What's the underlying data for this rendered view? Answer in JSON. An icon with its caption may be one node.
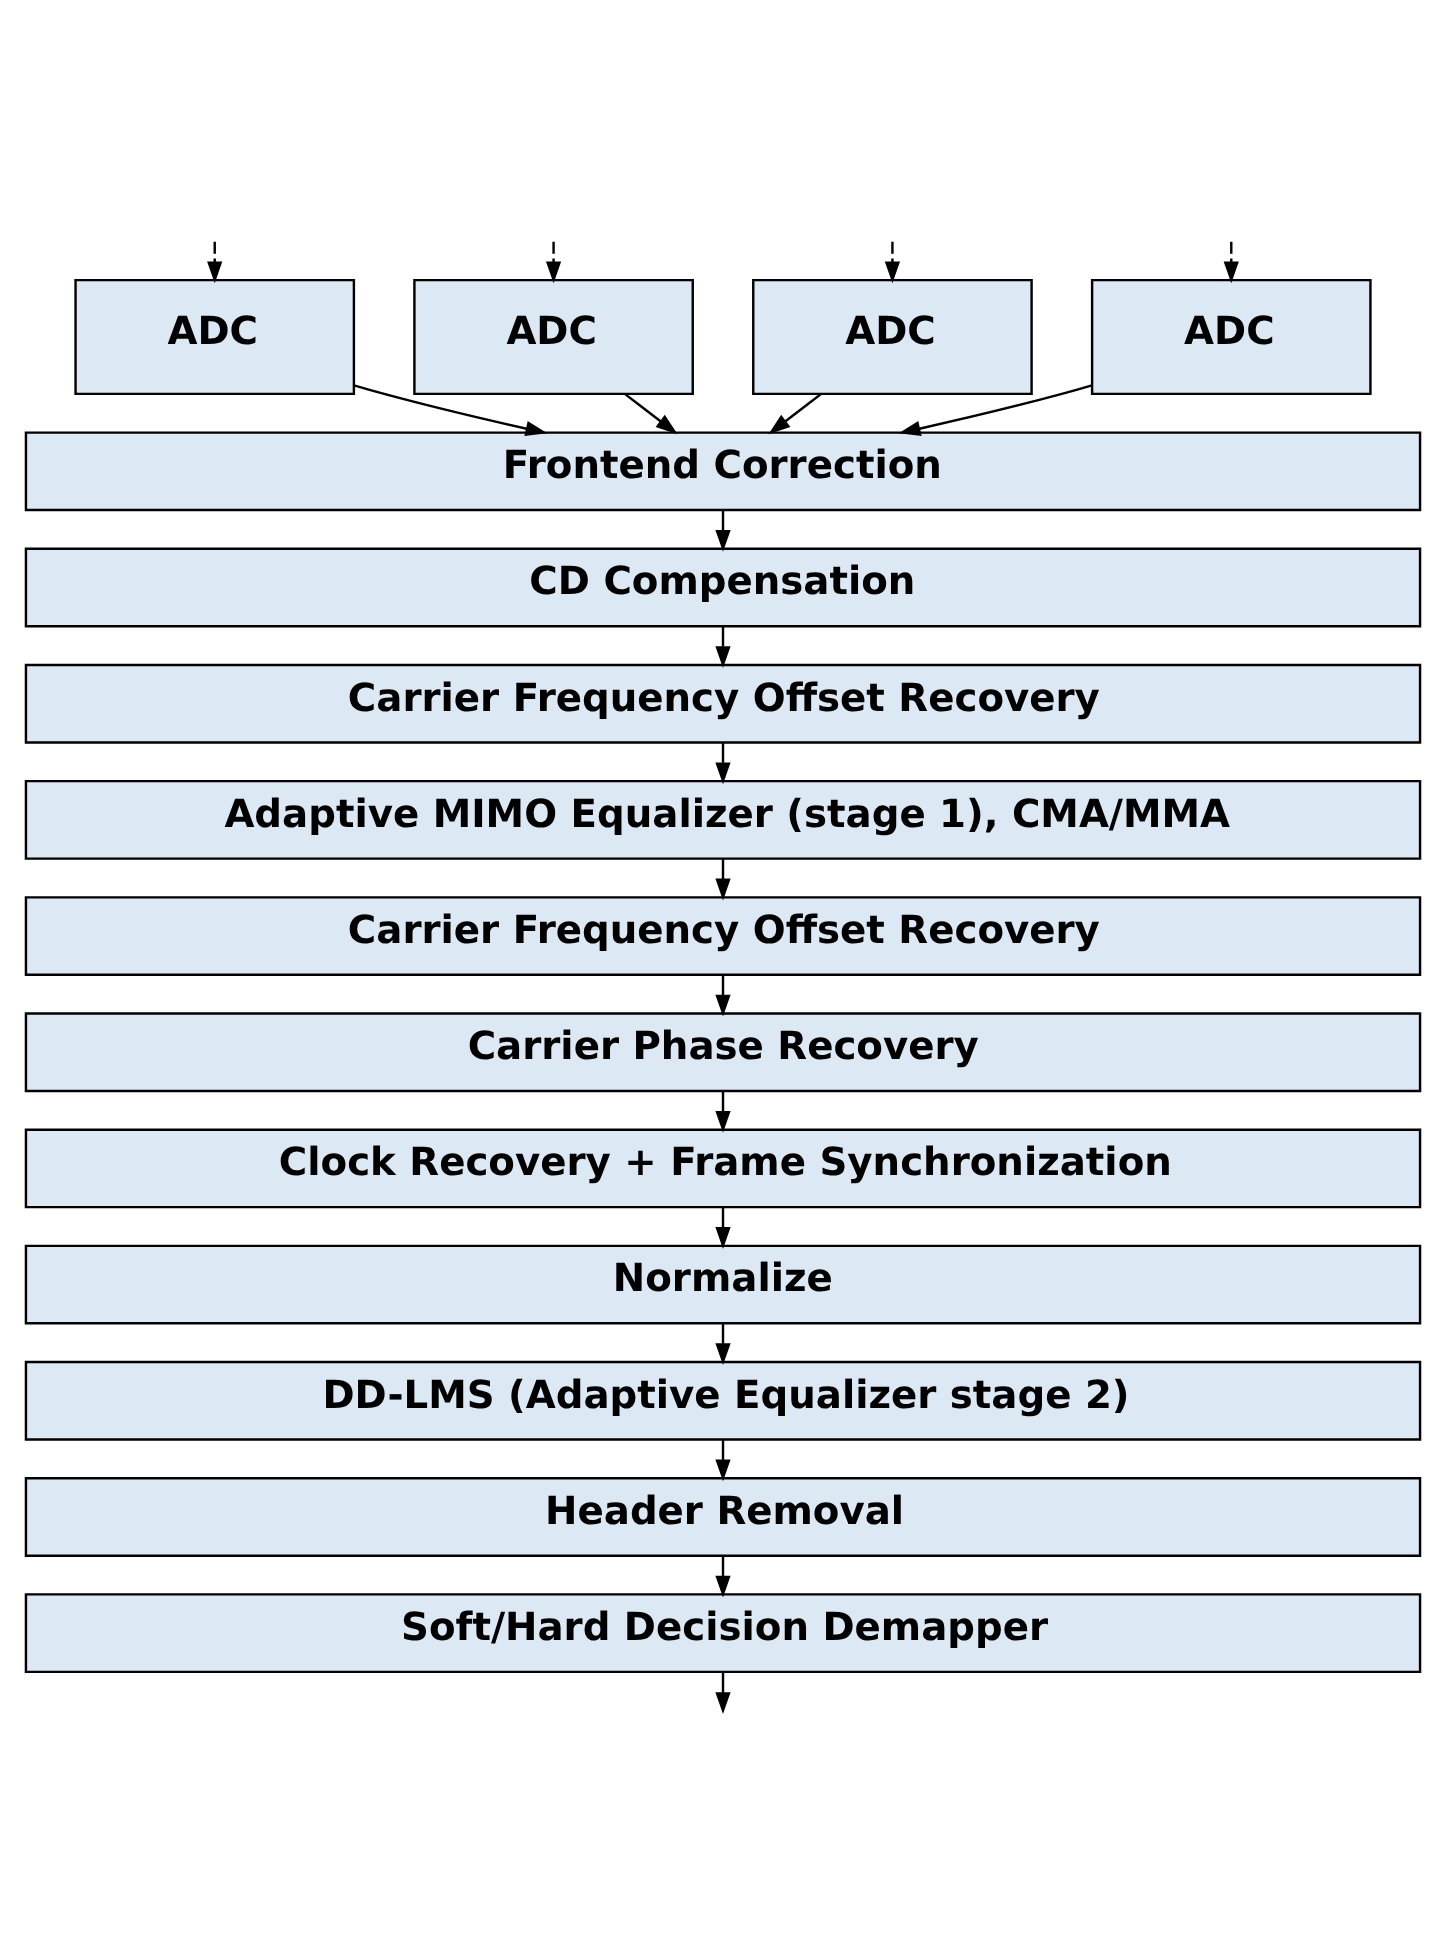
{
  "diagram": {
    "nodes": [
      {
        "text": [
          "ADC"
        ]
      },
      {
        "text": [
          "ADC"
        ]
      },
      {
        "text": [
          "ADC"
        ]
      },
      {
        "text": [
          "ADC"
        ]
      },
      {
        "text": [
          "Frontend Correction"
        ]
      },
      {
        "text": [
          "CD Compensation"
        ]
      },
      {
        "text": [
          "Carrier Frequency Offset Recovery"
        ]
      },
      {
        "text": [
          "Adaptive MIMO Equalizer (stage 1), CMA/MMA"
        ]
      },
      {
        "text": [
          "Carrier Frequency Offset Recovery"
        ]
      },
      {
        "text": [
          "Carrier Phase Recovery"
        ]
      },
      {
        "text": [
          "Clock Recovery + Frame Synchronization"
        ]
      },
      {
        "text": [
          "Normalize"
        ]
      },
      {
        "text": [
          "DD-LMS (Adaptive Equalizer stage 2)"
        ]
      },
      {
        "text": [
          "Header Removal"
        ]
      },
      {
        "text": [
          "Soft/Hard Decision Demapper"
        ]
      }
    ],
    "edges": [
      {
        "from": null,
        "to": 0,
        "arrow": "to",
        "style": "dashed"
      },
      {
        "from": null,
        "to": 1,
        "arrow": "to",
        "style": "dashed"
      },
      {
        "from": null,
        "to": 2,
        "arrow": "to",
        "style": "dashed"
      },
      {
        "from": null,
        "to": 3,
        "arrow": "to",
        "style": "dashed"
      },
      {
        "from": 0,
        "to": 4,
        "arrow": "to"
      },
      {
        "from": 1,
        "to": 4,
        "arrow": "to"
      },
      {
        "from": 2,
        "to": 4,
        "arrow": "to"
      },
      {
        "from": 3,
        "to": 4,
        "arrow": "to"
      },
      {
        "from": 4,
        "to": 5,
        "arrow": "to"
      },
      {
        "from": 5,
        "to": 6,
        "arrow": "to"
      },
      {
        "from": 6,
        "to": 7,
        "arrow": "to"
      },
      {
        "from": 7,
        "to": 8,
        "arrow": "to"
      },
      {
        "from": 8,
        "to": 9,
        "arrow": "to"
      },
      {
        "from": 9,
        "to": 10,
        "arrow": "to"
      },
      {
        "from": 10,
        "to": 11,
        "arrow": "to"
      },
      {
        "from": 11,
        "to": 12,
        "arrow": "to"
      },
      {
        "from": 12,
        "to": 13,
        "arrow": "to"
      },
      {
        "from": 13,
        "to": 14,
        "arrow": "to"
      },
      {
        "from": 14,
        "to": null,
        "arrow": "to"
      }
    ]
  }
}
